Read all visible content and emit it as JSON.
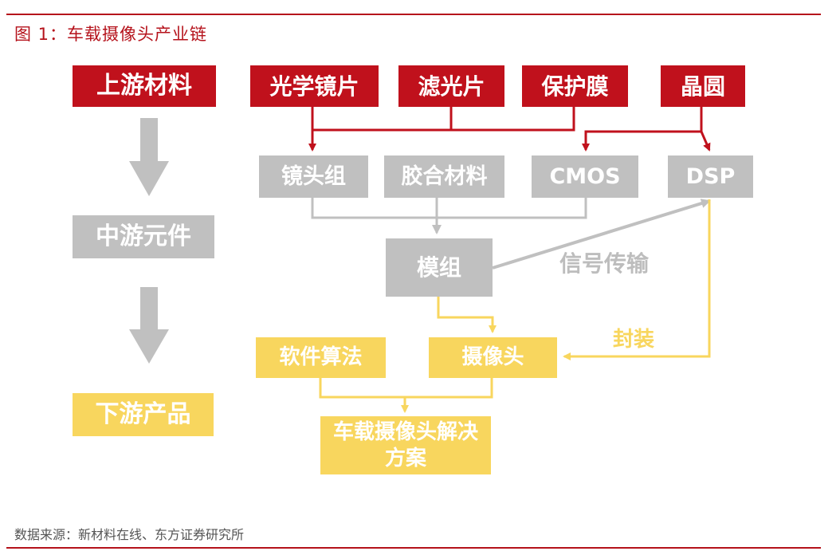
{
  "figure_title": "图 1：车载摄像头产业链",
  "source": "数据来源：新材料在线、东方证券研究所",
  "colors": {
    "red": "#c0111c",
    "gray": "#c0c0c0",
    "yellow": "#f8d65e",
    "rule": "#b5121b"
  },
  "tiers": {
    "upstream": "上游材料",
    "midstream": "中游元件",
    "downstream": "下游产品"
  },
  "materials": {
    "optical_lens": "光学镜片",
    "filter": "滤光片",
    "protective_film": "保护膜",
    "wafer": "晶圆"
  },
  "components": {
    "lens_group": "镜头组",
    "adhesive": "胶合材料",
    "cmos": "CMOS",
    "dsp": "DSP"
  },
  "module": "模组",
  "signal_label": "信号传输",
  "packaging_label": "封装",
  "software": "软件算法",
  "camera": "摄像头",
  "solution": "车载摄像头解决方案"
}
